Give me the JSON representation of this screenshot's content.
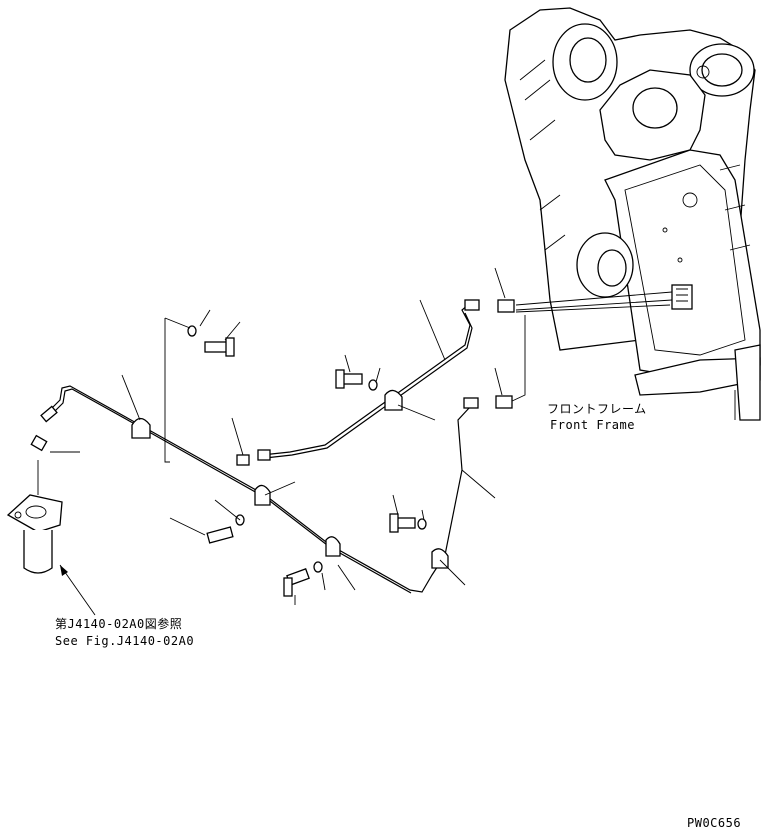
{
  "labels": {
    "front_frame_jp": "フロントフレーム",
    "front_frame_en": "Front Frame",
    "ref_jp": "第J4140-02A0図参照",
    "ref_en": "See Fig.J4140-02A0",
    "drawing_code": "PW0C656"
  }
}
